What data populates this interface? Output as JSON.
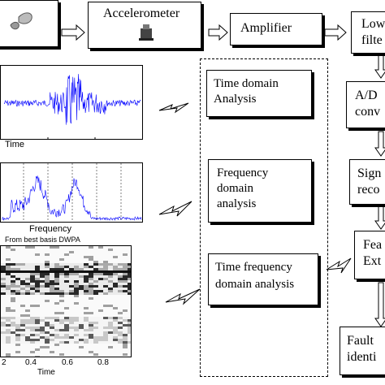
{
  "blocks": {
    "accelerometer": "Accelerometer",
    "amplifier": "Amplifier",
    "low_pass_filter": [
      "Low",
      "filte"
    ],
    "ad_converter": [
      "A/D",
      "conv"
    ],
    "signal_reconstruction": [
      "Sign",
      "reco"
    ],
    "feature_extraction": [
      "Fea",
      "Ext"
    ],
    "fault_identification": [
      "Fault",
      "identi"
    ]
  },
  "analysis": {
    "time": [
      "Time domain",
      "Analysis"
    ],
    "frequency": [
      "Frequency",
      "domain",
      "analysis"
    ],
    "time_frequency": [
      "Time frequency",
      "domain analysis"
    ]
  },
  "plots": {
    "time_xlabel": "Time",
    "frequency_xlabel": "Frequency",
    "dwpa_title": "From best basis DWPA",
    "dwpa_xlabel": "Time",
    "dwpa_ticks": [
      "2",
      "0.4",
      "0.6",
      "0.8"
    ]
  },
  "colors": {
    "signal": "#0000ff",
    "outline": "#000000"
  }
}
